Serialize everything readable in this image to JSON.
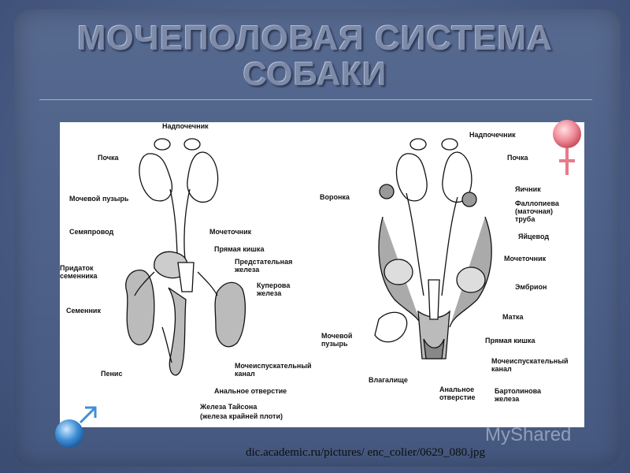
{
  "title": {
    "line1": "МОЧЕПОЛОВАЯ СИСТЕМА",
    "line2": "СОБАКИ"
  },
  "male_labels": {
    "adrenal": "Надпочечник",
    "kidney": "Почка",
    "bladder": "Мочевой пузырь",
    "vas_deferens": "Семяпровод",
    "epididymis_1": "Придаток",
    "epididymis_2": "семенника",
    "testis": "Семенник",
    "penis": "Пенис",
    "ureter": "Мочеточник",
    "rectum": "Прямая кишка",
    "prostate_1": "Предстательная",
    "prostate_2": "железа",
    "cowper_1": "Куперова",
    "cowper_2": "железа",
    "urethra_1": "Мочеиспускательный",
    "urethra_2": "канал",
    "anus": "Анальное отверстие",
    "tyson_1": "Железа Тайсона",
    "tyson_2": "(железа крайней плоти)"
  },
  "female_labels": {
    "adrenal": "Надпочечник",
    "kidney": "Почка",
    "funnel": "Воронка",
    "ovary": "Яичник",
    "fallopian_1": "Фаллопиева",
    "fallopian_2": "(маточная)",
    "fallopian_3": "труба",
    "oviduct": "Яйцевод",
    "ureter": "Мочеточник",
    "embryo": "Эмбрион",
    "uterus": "Матка",
    "rectum": "Прямая кишка",
    "bladder_1": "Мочевой",
    "bladder_2": "пузырь",
    "urethra_1": "Мочеиспускательный",
    "urethra_2": "канал",
    "vagina": "Влагалище",
    "anus_1": "Анальное",
    "anus_2": "отверстие",
    "bartholin_1": "Бартолинова",
    "bartholin_2": "железа"
  },
  "caption": "dic.academic.ru/pictures/ enc_colier/0629_080.jpg",
  "watermark": "MyShared",
  "icons": {
    "female": "female-symbol-icon",
    "male": "male-symbol-icon"
  },
  "colors": {
    "background": "#4a5d85",
    "title": "#7d8aa8",
    "female_accent": "#e77a88",
    "male_accent": "#3f8fd6"
  }
}
